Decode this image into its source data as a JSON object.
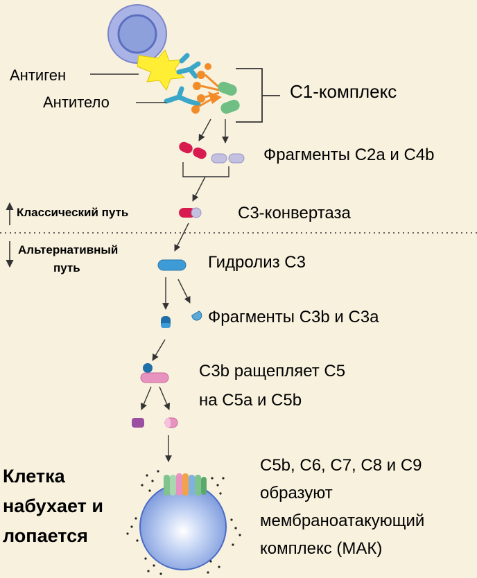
{
  "labels": {
    "antigen": "Антиген",
    "antibody": "Антитело",
    "c1_complex": "С1-комплекс",
    "fragments_c2a_c4b": "Фрагменты С2а и С4b",
    "classical_pathway": "Классический путь",
    "c3_convertase": "С3-конвертаза",
    "alternative_pathway_line1": "Альтернативный",
    "alternative_pathway_line2": "путь",
    "c3_hydrolysis": "Гидролиз С3",
    "fragments_c3b_c3a": "Фрагменты С3b и С3а",
    "c3b_cleaves_line1": "С3b ращепляет С5",
    "c3b_cleaves_line2": "на С5а и С5b",
    "cell_line1": "Клетка",
    "cell_line2": "набухает и",
    "cell_line3": "лопается",
    "mac_line1": "С5b, С6, С7, С8 и С9",
    "mac_line2": "образуют",
    "mac_line3": "мембраноатакующий",
    "mac_line4": "комплекс (МАК)"
  },
  "colors": {
    "background": "#f7f1de",
    "antigen": "#ffee33",
    "antibody": "#3aa7c9",
    "c1_orange": "#f28c28",
    "c1_green": "#6fbf85",
    "c2_red": "#d81b4f",
    "c4_lavender": "#c4c0e0",
    "c3_blue": "#3d9bd6",
    "c3b_dark": "#1f6fa8",
    "c5_pink": "#e792bf",
    "c5a_purple": "#9b4fa3",
    "cell_blue": "#a9c2ec"
  }
}
